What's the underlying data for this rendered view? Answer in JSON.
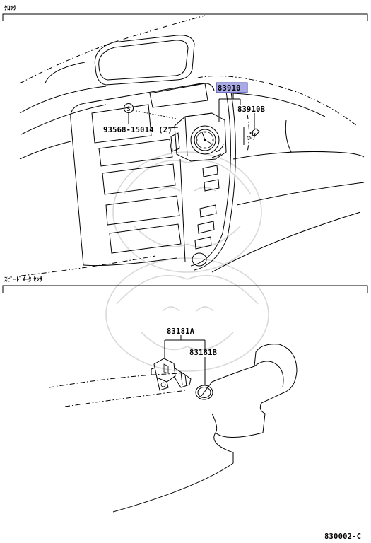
{
  "sections": [
    {
      "header": "ｸﾛﾂｸ",
      "callouts": [
        {
          "part_number": "83910",
          "highlighted": true
        },
        {
          "part_number": "83910B",
          "highlighted": false
        },
        {
          "part_number": "93568-15014 (2)",
          "highlighted": false,
          "symbol": "S"
        }
      ]
    },
    {
      "header": "ｽﾋﾟｰﾄﾞﾒｰﾀ ｾﾝｻ",
      "callouts": [
        {
          "part_number": "83181A",
          "highlighted": false
        },
        {
          "part_number": "83181B",
          "highlighted": false
        }
      ]
    }
  ],
  "diagram_code": "830002-C",
  "colors": {
    "highlight_fill": "#a9a9e6",
    "highlight_border": "#3a3aa8",
    "line": "#000000",
    "watermark": "#d9d9d9"
  }
}
